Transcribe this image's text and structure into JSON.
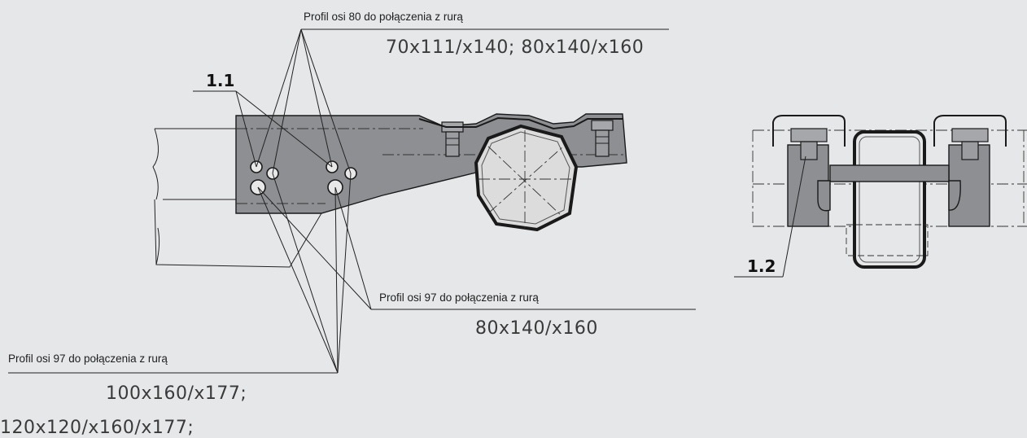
{
  "labels": {
    "profile80_title": "Profil osi 80 do połączenia z rurą",
    "profile80_dims": "70x111/x140;  80x140/x160",
    "profile97a_title": "Profil osi 97 do połączenia z rurą",
    "profile97a_dims": "80x140/x160",
    "profile97b_title": "Profil osi 97 do połączenia z rurą",
    "profile97b_dims_1": "100x160/x177;",
    "profile97b_dims_2": "120x120/x160/x177;"
  },
  "references": {
    "ref_1_1": "1.1",
    "ref_1_2": "1.2"
  },
  "colors": {
    "background": "#e6e7e9",
    "plate": "#8d8f92",
    "line": "#1a1a1a"
  }
}
